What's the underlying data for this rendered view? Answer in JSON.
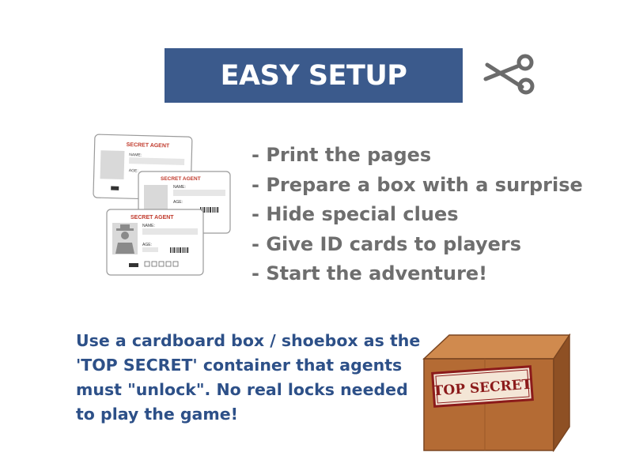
{
  "header": {
    "title": "EASY SETUP"
  },
  "cards": {
    "card_title": "SECRET AGENT",
    "name_label": "NAME:",
    "age_label": "AGE:"
  },
  "steps": [
    "- Print the pages",
    "- Prepare a box with a surprise",
    "- Hide special clues",
    "- Give ID cards to players",
    "- Start the adventure!"
  ],
  "note": "Use a cardboard box / shoebox as the 'TOP SECRET' container that agents must \"unlock\". No real locks needed to play the game!",
  "box": {
    "label": "TOP SECRET"
  },
  "colors": {
    "banner": "#3b5a8c",
    "step_text": "#6e6e6e",
    "note_text": "#2d5088",
    "card_title": "#c0392b",
    "box": "#b46b34",
    "stamp": "#8b1a1a"
  },
  "icons": [
    "scissors-icon",
    "agent-silhouette-icon",
    "barcode-icon",
    "cardboard-box-icon"
  ]
}
